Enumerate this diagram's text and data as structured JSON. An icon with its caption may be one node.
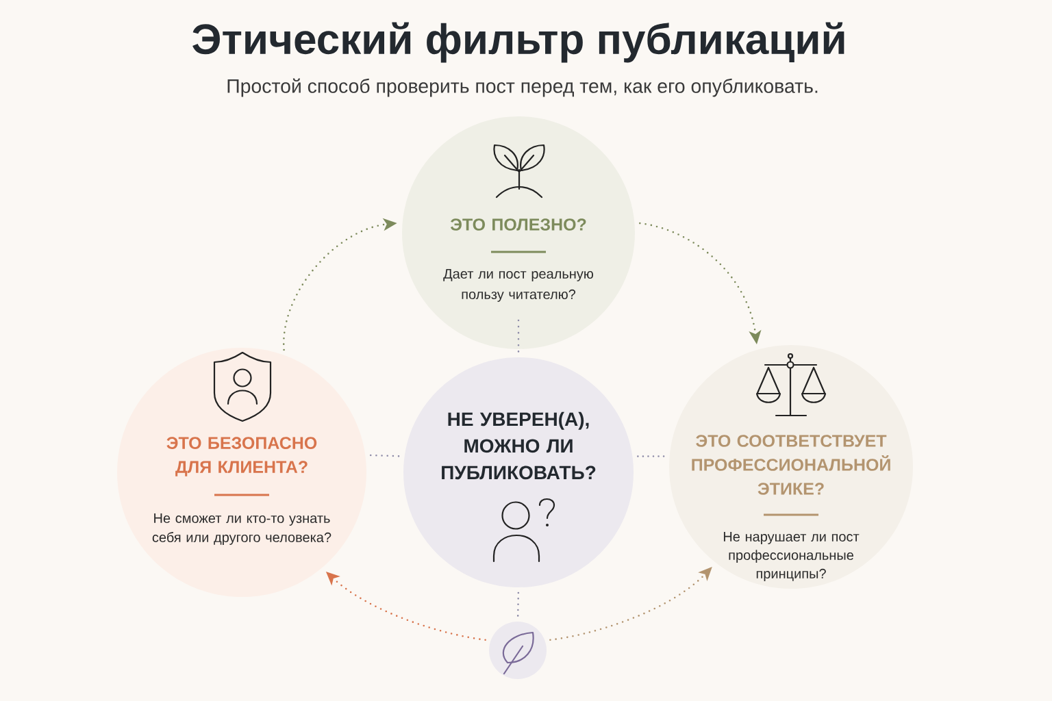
{
  "diagram": {
    "title": "Этический фильтр публикаций",
    "nodes": [
      {
        "text": [
          "ЭТО ПОЛЕЗНО?",
          "Дает ли пост реальную пользу читателю?"
        ]
      },
      {
        "text": [
          "ЭТО БЕЗОПАСНО ДЛЯ КЛИЕНТА?",
          "Не сможет ли кто-то узнать себя или другого человека?"
        ]
      },
      {
        "text": [
          "НЕ УВЕРЕН(А), МОЖНО ЛИ ПУБЛИКОВАТЬ?"
        ]
      },
      {
        "text": [
          "ЭТО СООТВЕТСТВУЕТ ПРОФЕССИОНАЛЬНОЙ ЭТИКЕ?",
          "Не нарушает ли пост профессиональные принципы?"
        ]
      },
      {
        "text": [],
        "shape": "circle"
      }
    ],
    "edges": [
      {
        "from": 1,
        "to": 0,
        "arrow": "to",
        "color": "#7d8b5c"
      },
      {
        "from": 0,
        "to": 3,
        "arrow": "to",
        "color": "#7d8b5c"
      },
      {
        "from": 0,
        "to": 2,
        "arrow": "none"
      },
      {
        "from": 1,
        "to": 2,
        "arrow": "none"
      },
      {
        "from": 2,
        "to": 3,
        "arrow": "none"
      },
      {
        "from": 2,
        "to": 4,
        "arrow": "none"
      },
      {
        "from": 4,
        "to": 1,
        "arrow": "to",
        "color": "#d8744c"
      },
      {
        "from": 4,
        "to": 3,
        "arrow": "to",
        "color": "#b3946f"
      }
    ],
    "labels": [
      "Простой способ проверить пост перед тем, как его опубликовать."
    ]
  }
}
